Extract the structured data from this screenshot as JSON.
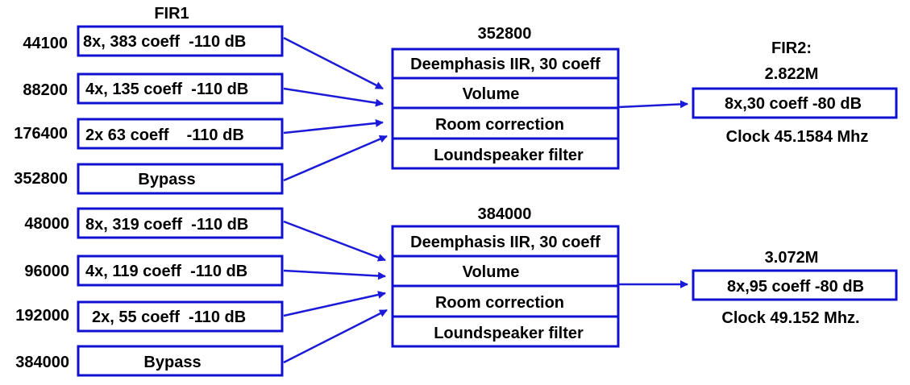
{
  "colors": {
    "box_stroke": "#1010d0",
    "arrow": "#1a1ad8",
    "text": "#000000",
    "background": "#ffffff"
  },
  "fir1": {
    "title": "FIR1"
  },
  "group1": {
    "rows": [
      {
        "rate": "44100",
        "filter": "8x, 383 coeff  -110 dB"
      },
      {
        "rate": "88200",
        "filter": "4x, 135 coeff  -110 dB"
      },
      {
        "rate": "176400",
        "filter": "2x 63 coeff    -110 dB"
      },
      {
        "rate": "352800",
        "filter": "Bypass"
      }
    ],
    "dsp_rate": "352800",
    "dsp_blocks": [
      "Deemphasis IIR, 30 coeff",
      "Volume",
      "Room correction",
      "Loundspeaker filter"
    ],
    "fir2_title": "FIR2:",
    "fir2_rate": "2.822M",
    "fir2_filter": "8x,30 coeff -80 dB",
    "clock": "Clock 45.1584 Mhz"
  },
  "group2": {
    "rows": [
      {
        "rate": "48000",
        "filter": "8x, 319 coeff  -110 dB"
      },
      {
        "rate": "96000",
        "filter": "4x, 119 coeff  -110 dB"
      },
      {
        "rate": "192000",
        "filter": "2x, 55 coeff  -110 dB"
      },
      {
        "rate": "384000",
        "filter": "Bypass"
      }
    ],
    "dsp_rate": "384000",
    "dsp_blocks": [
      "Deemphasis IIR, 30 coeff",
      "Volume",
      "Room correction",
      "Loundspeaker filter"
    ],
    "fir2_rate": "3.072M",
    "fir2_filter": "8x,95 coeff -80 dB",
    "clock": "Clock 49.152 Mhz."
  }
}
